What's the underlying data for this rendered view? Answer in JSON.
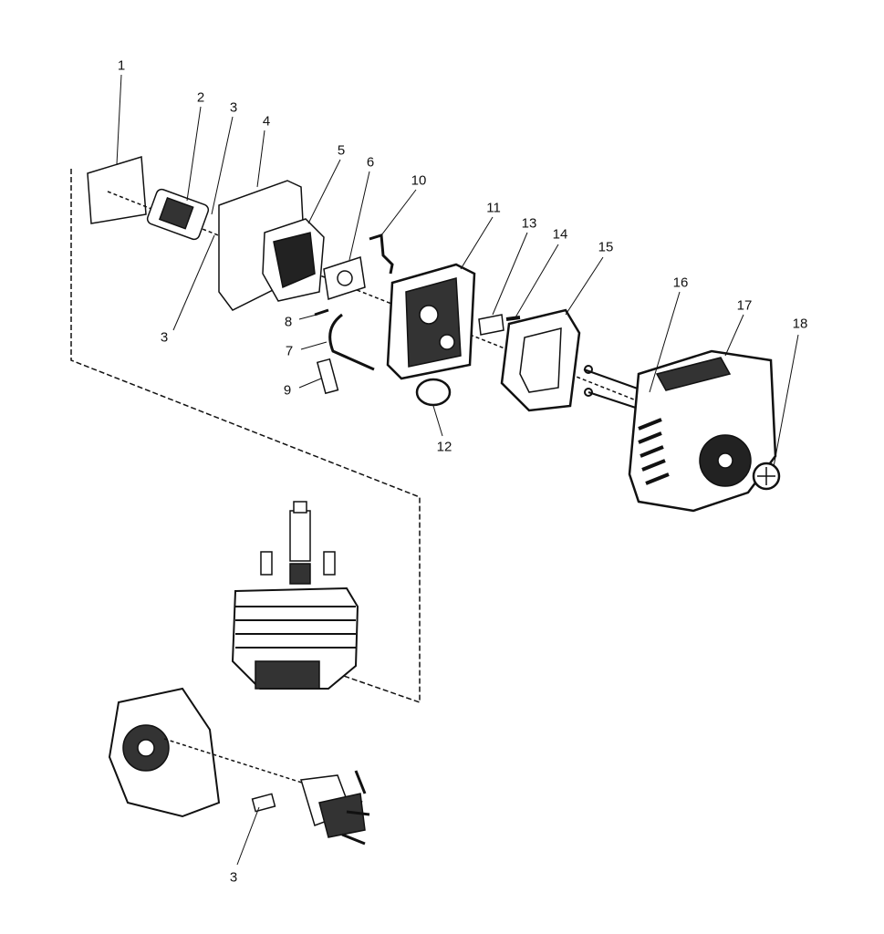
{
  "diagram": {
    "type": "exploded-parts-diagram",
    "callouts": [
      "1",
      "2",
      "3",
      "4",
      "5",
      "6",
      "10",
      "11",
      "13",
      "14",
      "15",
      "16",
      "17",
      "18",
      "8",
      "3",
      "7",
      "9",
      "12",
      "3"
    ]
  }
}
